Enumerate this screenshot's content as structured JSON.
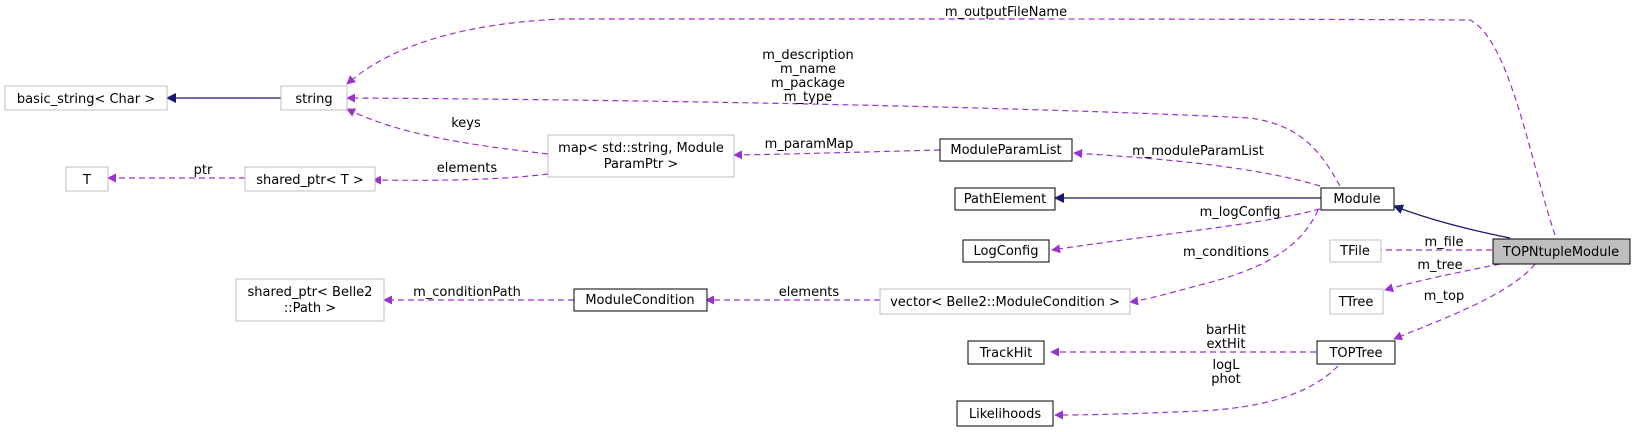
{
  "colors": {
    "dependency_edge": "#9a32cd",
    "inheritance_edge": "#191970",
    "node_border_documented": "#000000",
    "node_border_undocumented": "#bfbfbf",
    "focus_fill": "#bfbfbf"
  },
  "nodes": {
    "topntuple": "TOPNtupleModule",
    "module": "Module",
    "pathelement": "PathElement",
    "moduleparamlist": "ModuleParamList",
    "logconfig": "LogConfig",
    "tfile": "TFile",
    "ttree": "TTree",
    "toptree": "TOPTree",
    "trackhit": "TrackHit",
    "likelihoods": "Likelihoods",
    "vector_cond": "vector< Belle2::ModuleCondition >",
    "modulecondition": "ModuleCondition",
    "shared_path": [
      "shared_ptr< Belle2",
      "::Path >"
    ],
    "map_param": [
      "map< std::string, Module",
      "ParamPtr >"
    ],
    "shared_t": "shared_ptr< T >",
    "t": "T",
    "string": "string",
    "basic_string": "basic_string< Char >"
  },
  "edge_labels": {
    "output_file": "m_outputFileName",
    "module_members": [
      "m_description",
      "m_name",
      "m_package",
      "m_type"
    ],
    "keys": "keys",
    "elements_map": "elements",
    "ptr": "ptr",
    "param_map": "m_paramMap",
    "module_param_list": "m_moduleParamList",
    "log_config": "m_logConfig",
    "conditions": "m_conditions",
    "condition_path": "m_conditionPath",
    "elements_vec": "elements",
    "file": "m_file",
    "tree": "m_tree",
    "top": "m_top",
    "track_hit": [
      "barHit",
      "extHit"
    ],
    "likelihoods": [
      "logL",
      "phot"
    ]
  }
}
